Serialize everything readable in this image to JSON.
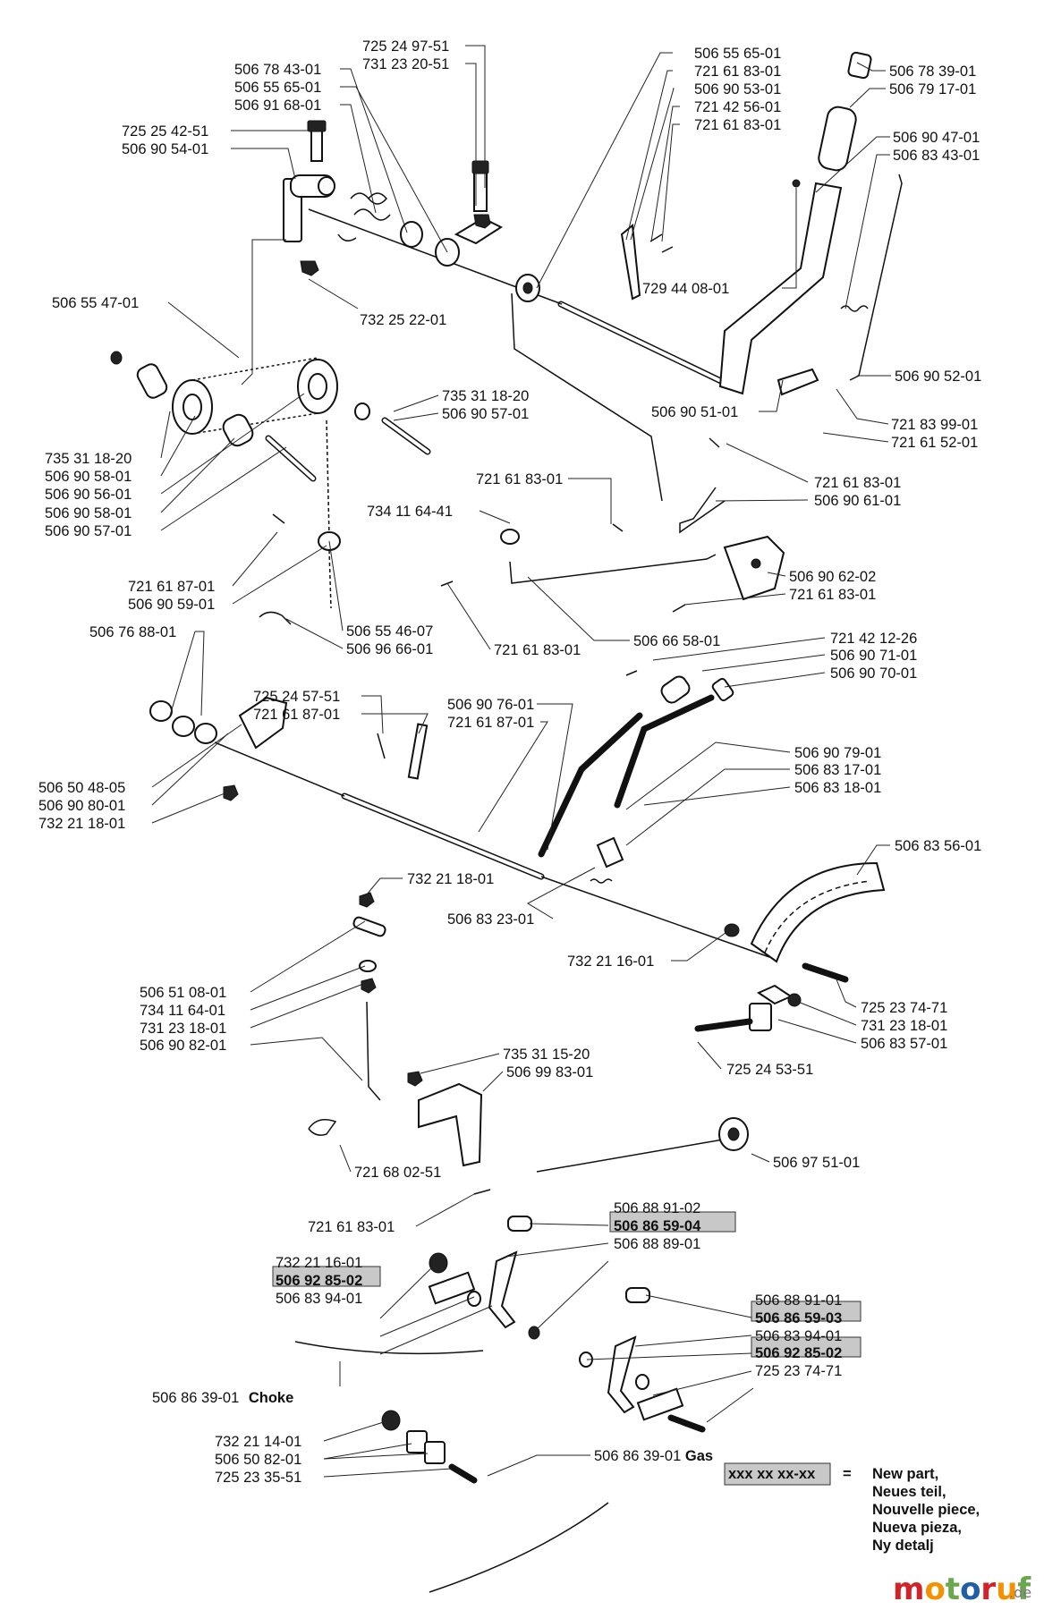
{
  "labels": {
    "l001": "725 24 97-51",
    "l002": "731 23 20-51",
    "l003": "506 78 43-01",
    "l004": "506 55 65-01",
    "l005": "506 91 68-01",
    "l006": "725 25 42-51",
    "l007": "506 90 54-01",
    "l008": "506 55 65-01",
    "l009": "721 61 83-01",
    "l010": "506 90 53-01",
    "l011": "721 42 56-01",
    "l012": "721 61 83-01",
    "l013": "506 78 39-01",
    "l014": "506 79 17-01",
    "l015": "506 90 47-01",
    "l016": "506 83 43-01",
    "l017": "729 44 08-01",
    "l018": "506 55 47-01",
    "l019": "732 25 22-01",
    "l020": "506 90 52-01",
    "l021": "735 31 18-20",
    "l022": "506 90 57-01",
    "l023": "506 90 51-01",
    "l024": "721 83 99-01",
    "l025": "721 61 52-01",
    "l026": "735 31 18-20",
    "l027": "506 90 58-01",
    "l028": "506 90 56-01",
    "l029": "506 90 58-01",
    "l030": "506 90 57-01",
    "l031": "721 61 83-01",
    "l032": "721 61 83-01",
    "l033": "506 90 61-01",
    "l034": "734 11 64-41",
    "l035": "506 90 62-02",
    "l036": "721 61 83-01",
    "l037": "721 61 87-01",
    "l038": "506 90 59-01",
    "l039": "506 55 46-07",
    "l040": "506 96 66-01",
    "l041": "721 61 83-01",
    "l042": "506 66 58-01",
    "l043": "506 76 88-01",
    "l044": "721 42 12-26",
    "l045": "506 90 71-01",
    "l046": "506 90 70-01",
    "l047": "725 24 57-51",
    "l048": "721 61 87-01",
    "l049": "506 90 76-01",
    "l050": "721 61 87-01",
    "l051": "506 90 79-01",
    "l052": "506 83 17-01",
    "l053": "506 83 18-01",
    "l054": "506 50 48-05",
    "l055": "506 90 80-01",
    "l056": "732 21 18-01",
    "l057": "506 83 56-01",
    "l058": "732 21 18-01",
    "l059": "506 83 23-01",
    "l060": "732 21 16-01",
    "l061": "506 51 08-01",
    "l062": "734 11 64-01",
    "l063": "731 23 18-01",
    "l064": "506 90 82-01",
    "l065": "725 23 74-71",
    "l066": "731 23 18-01",
    "l067": "506 83 57-01",
    "l068": "725 24 53-51",
    "l069": "735 31 15-20",
    "l070": "506 99 83-01",
    "l071": "721 68 02-51",
    "l072": "506 97 51-01",
    "l073": "721 61 83-01",
    "l074": "506 88 91-02",
    "l075": "506 86 59-04",
    "l076": "506 88 89-01",
    "l077": "732 21 16-01",
    "l078": "506 92 85-02",
    "l079": "506 83 94-01",
    "l080": "506 88 91-01",
    "l081": "506 86 59-03",
    "l082": "506 83 94-01",
    "l083": "506 92 85-02",
    "l084": "725 23 74-71",
    "l085": "732 21 14-01",
    "l086": "506 50 82-01",
    "l087": "725 23 35-51",
    "l088": "506 86 39-01"
  },
  "special_labels": {
    "choke_number": "506 86 39-01",
    "choke_word": "Choke",
    "gas_number": "506 86 39-01",
    "gas_word": "Gas"
  },
  "legend": {
    "symbol": "xxx xx xx-xx",
    "equals": "=",
    "lines": [
      "New part,",
      "Neues teil,",
      "Nouvelle piece,",
      "Nueva pieza,",
      "Ny detalj"
    ]
  },
  "watermark": {
    "brand": "motoruf",
    "tld": ".de"
  },
  "colors": {
    "highlight_fill": "#c8c8c8",
    "logo_red": "#d2232a",
    "logo_orange": "#f39200",
    "logo_green": "#6aa84f",
    "logo_blue": "#1f5fa8"
  }
}
